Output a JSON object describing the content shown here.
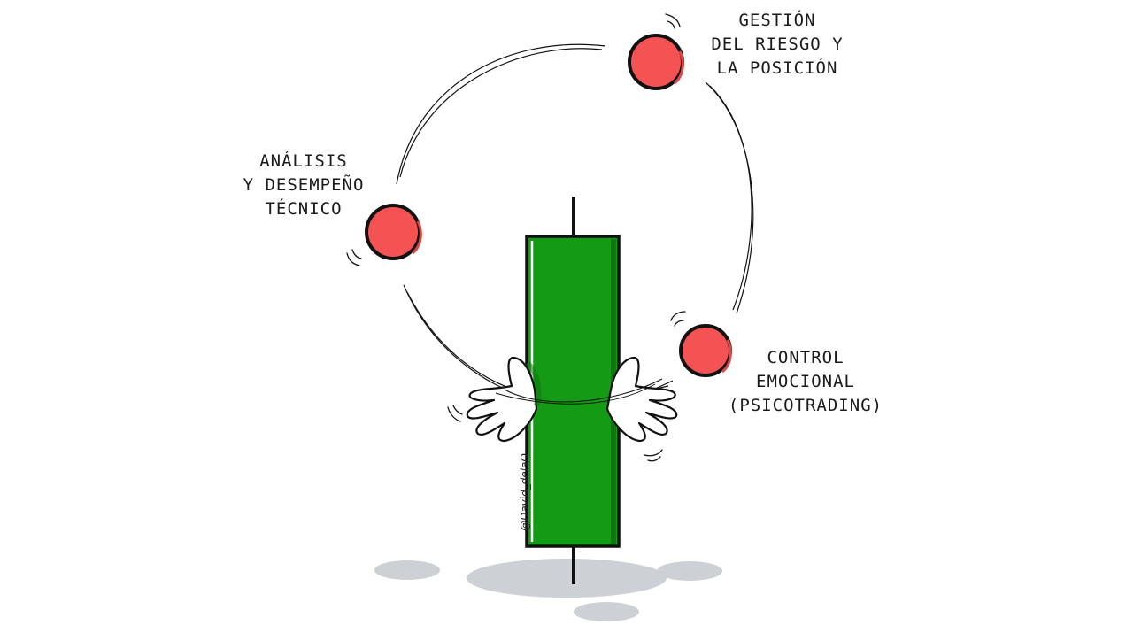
{
  "labels": {
    "risk": [
      "GESTIÓN",
      "DEL RIESGO Y",
      "LA POSICIÓN"
    ],
    "analysis": [
      "ANÁLISIS",
      "Y DESEMPEÑO",
      "TÉCNICO"
    ],
    "emotional": [
      "CONTROL",
      "EMOCIONAL",
      "(PSICOTRADING)"
    ]
  },
  "signature": "@David_delaO",
  "colors": {
    "ball": "#f55353",
    "ball_shadow": "#e04848",
    "candle": "#149a14",
    "candle_dark": "#0e7a0e",
    "outline": "#111111",
    "shadow": "#cdd0d4"
  },
  "icons": [
    "juggling-ball-icon",
    "candlestick-icon",
    "hand-icon"
  ]
}
